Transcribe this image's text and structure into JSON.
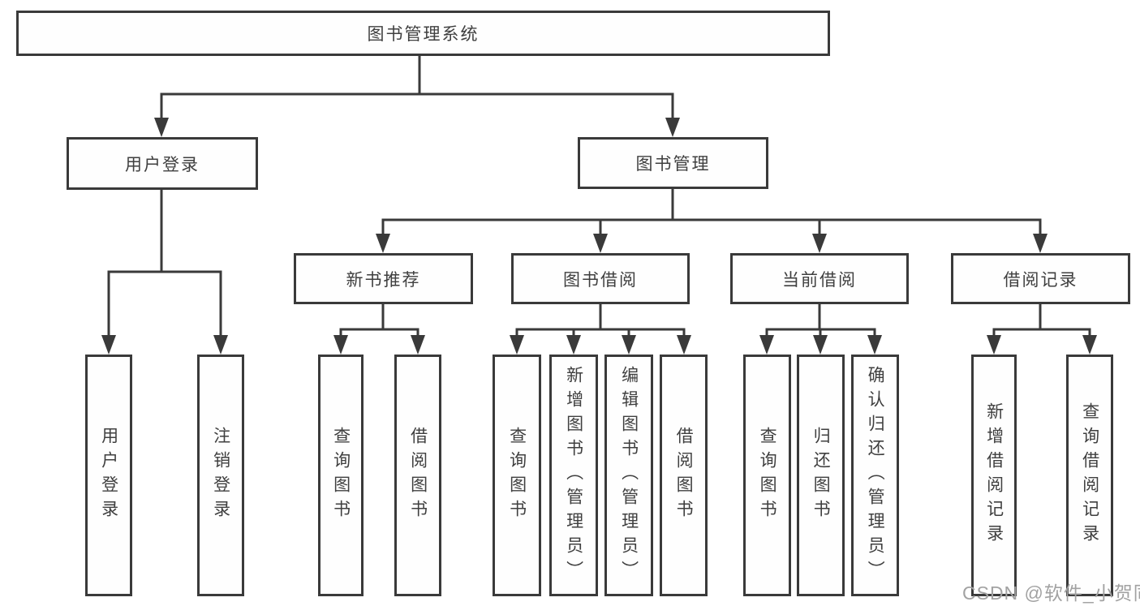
{
  "diagram": {
    "root": {
      "label": "图书管理系统"
    },
    "branches": [
      {
        "label": "用户登录",
        "leaves": [
          {
            "label": "用户登录"
          },
          {
            "label": "注销登录"
          }
        ]
      },
      {
        "label": "图书管理",
        "groups": [
          {
            "label": "新书推荐",
            "leaves": [
              {
                "label": "查询图书"
              },
              {
                "label": "借阅图书"
              }
            ]
          },
          {
            "label": "图书借阅",
            "leaves": [
              {
                "label": "查询图书"
              },
              {
                "label": "新增图书（管理员）"
              },
              {
                "label": "编辑图书（管理员）"
              },
              {
                "label": "借阅图书"
              }
            ]
          },
          {
            "label": "当前借阅",
            "leaves": [
              {
                "label": "查询图书"
              },
              {
                "label": "归还图书"
              },
              {
                "label": "确认归还（管理员）"
              }
            ]
          },
          {
            "label": "借阅记录",
            "leaves": [
              {
                "label": "新增借阅记录"
              },
              {
                "label": "查询借阅记录"
              }
            ]
          }
        ]
      }
    ]
  },
  "watermark": {
    "text": "CSDN @软件_小贺同学"
  },
  "colors": {
    "line": "#3a3a3a",
    "text": "#3f3f3f",
    "background": "#ffffff",
    "watermark": "#a2a2a2"
  }
}
